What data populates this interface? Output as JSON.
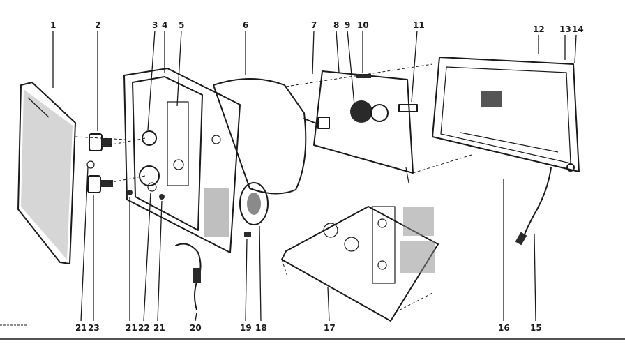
{
  "callouts": [
    {
      "id": "1",
      "text": "1"
    },
    {
      "id": "2",
      "text": "2"
    },
    {
      "id": "3",
      "text": "3"
    },
    {
      "id": "4",
      "text": "4"
    },
    {
      "id": "5",
      "text": "5"
    },
    {
      "id": "6",
      "text": "6"
    },
    {
      "id": "7",
      "text": "7"
    },
    {
      "id": "8",
      "text": "8"
    },
    {
      "id": "9",
      "text": "9"
    },
    {
      "id": "10",
      "text": "10"
    },
    {
      "id": "11",
      "text": "11"
    },
    {
      "id": "12",
      "text": "12"
    },
    {
      "id": "13",
      "text": "13"
    },
    {
      "id": "14",
      "text": "14"
    },
    {
      "id": "21a",
      "text": "21"
    },
    {
      "id": "23",
      "text": "23"
    },
    {
      "id": "21b",
      "text": "21"
    },
    {
      "id": "22",
      "text": "22"
    },
    {
      "id": "21c",
      "text": "21"
    },
    {
      "id": "20",
      "text": "20"
    },
    {
      "id": "19",
      "text": "19"
    },
    {
      "id": "18",
      "text": "18"
    },
    {
      "id": "17",
      "text": "17"
    },
    {
      "id": "16",
      "text": "16"
    },
    {
      "id": "15",
      "text": "15"
    }
  ]
}
